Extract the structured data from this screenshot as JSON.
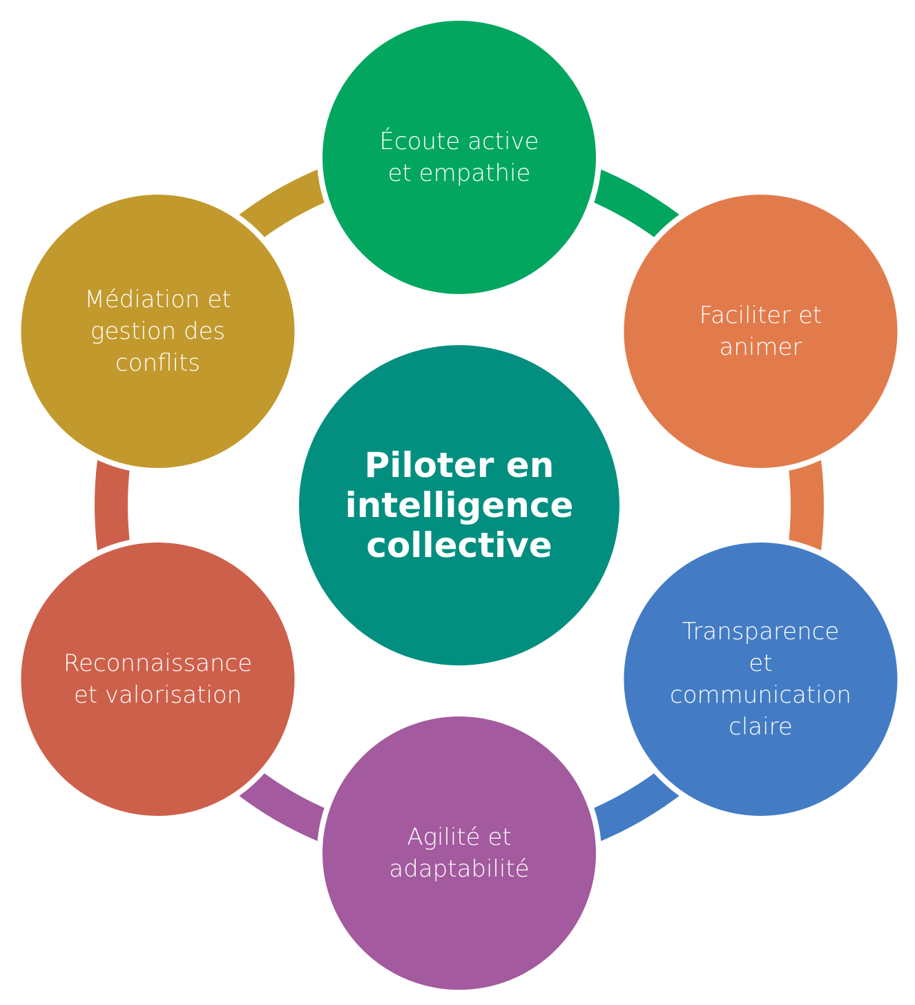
{
  "center": {
    "label": "Piloter en\nintelligence\ncollective",
    "color": "#028f80"
  },
  "nodes": [
    {
      "label": "Écoute active\net empathie",
      "color": "#03a65f"
    },
    {
      "label": "Faciliter et\nanimer",
      "color": "#e27b4b"
    },
    {
      "label": "Transparence\net\ncommunication\nclaire",
      "color": "#437cc4"
    },
    {
      "label": "Agilité et\nadaptabilité",
      "color": "#a35a9e"
    },
    {
      "label": "Reconnaissance\net valorisation",
      "color": "#cd604a"
    },
    {
      "label": "Médiation et\ngestion des\nconflits",
      "color": "#c2992d"
    }
  ]
}
